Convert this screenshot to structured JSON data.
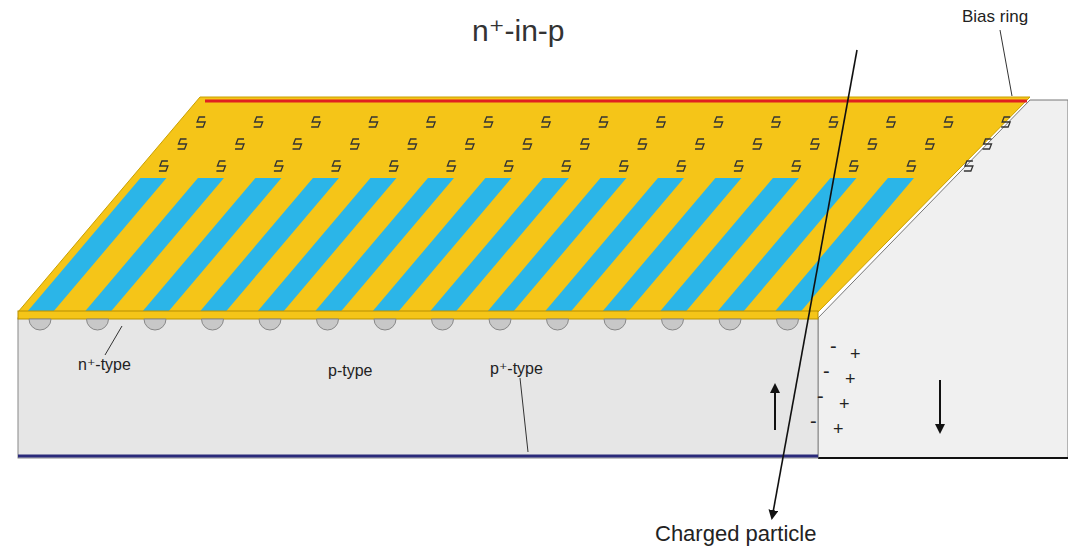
{
  "diagram": {
    "title": "n⁺-in-p",
    "labels": [
      "Bias ring",
      "n⁺-type",
      "p-type",
      "p⁺-type",
      "-",
      "-",
      "-",
      "-",
      "+",
      "+",
      "+",
      "+",
      "Charged particle"
    ]
  }
}
